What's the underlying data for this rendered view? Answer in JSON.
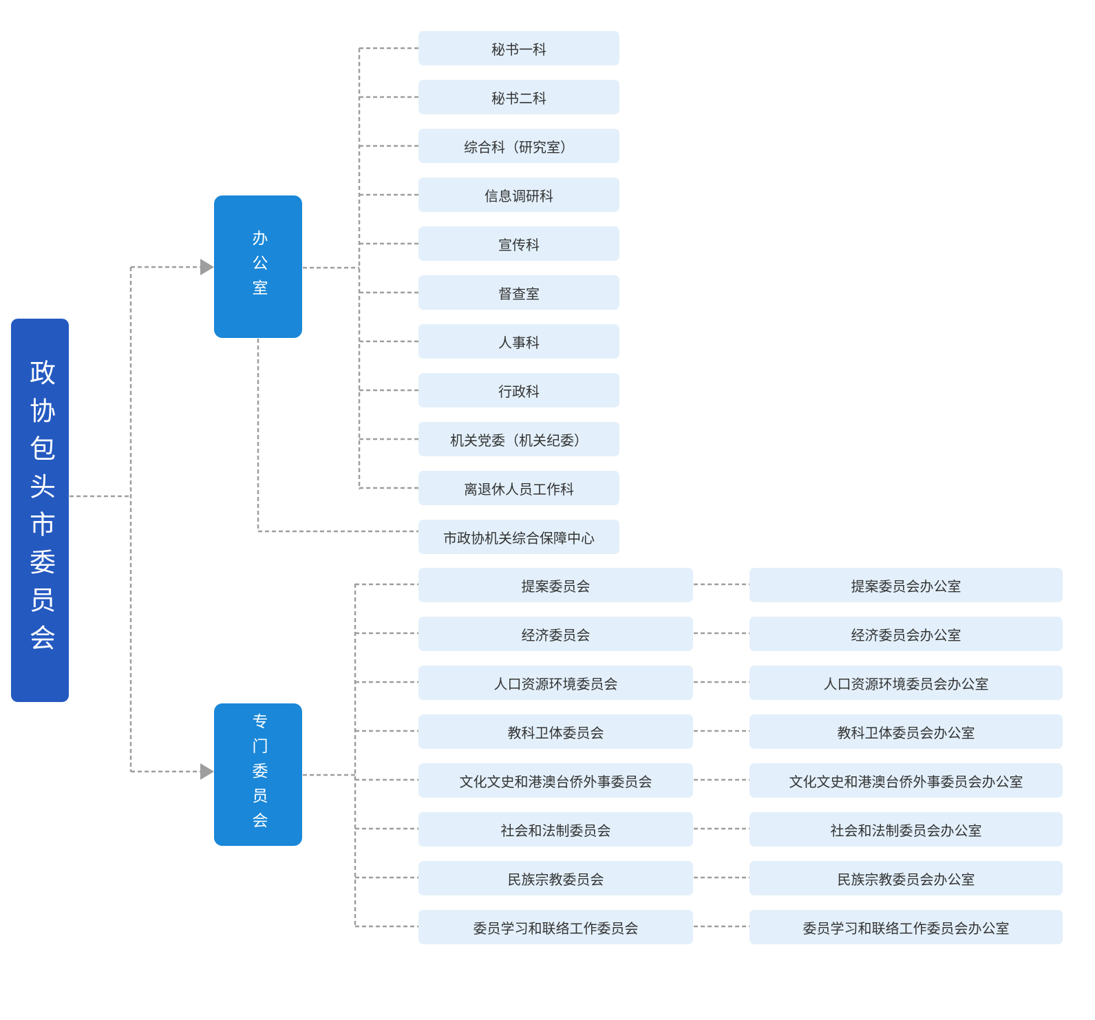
{
  "root": {
    "label": "政协包头市委员会"
  },
  "colors": {
    "root": "#2459c0",
    "branch": "#1a87d8",
    "leaf": "#e3f0fb",
    "connector": "#9e9e9e"
  },
  "branches": [
    {
      "label": "办公室",
      "children": [
        "秘书一科",
        "秘书二科",
        "综合科（研究室）",
        "信息调研科",
        "宣传科",
        "督查室",
        "人事科",
        "行政科",
        "机关党委（机关纪委）",
        "离退休人员工作科"
      ],
      "affiliate": "市政协机关综合保障中心"
    },
    {
      "label": "专门委员会",
      "children": [
        {
          "committee": "提案委员会",
          "office": "提案委员会办公室"
        },
        {
          "committee": "经济委员会",
          "office": "经济委员会办公室"
        },
        {
          "committee": "人口资源环境委员会",
          "office": "人口资源环境委员会办公室"
        },
        {
          "committee": "教科卫体委员会",
          "office": "教科卫体委员会办公室"
        },
        {
          "committee": "文化文史和港澳台侨外事委员会",
          "office": "文化文史和港澳台侨外事委员会办公室"
        },
        {
          "committee": "社会和法制委员会",
          "office": "社会和法制委员会办公室"
        },
        {
          "committee": "民族宗教委员会",
          "office": "民族宗教委员会办公室"
        },
        {
          "committee": "委员学习和联络工作委员会",
          "office": "委员学习和联络工作委员会办公室"
        }
      ]
    }
  ]
}
